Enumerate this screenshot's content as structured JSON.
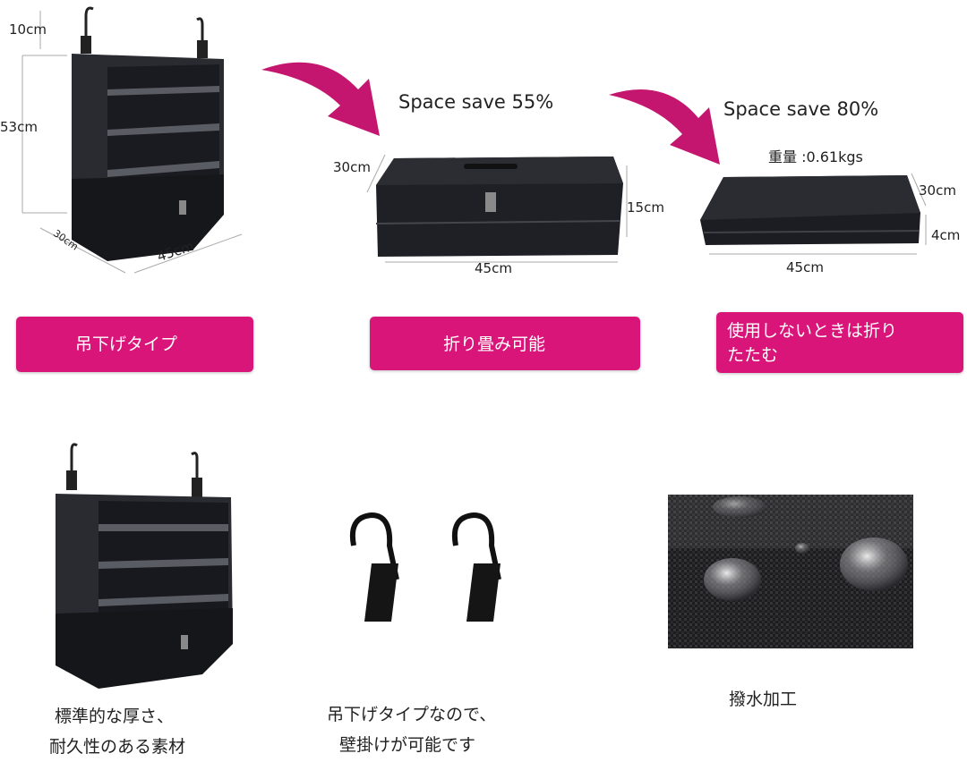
{
  "top": {
    "hanging_bag": {
      "dim_height_hook": "10cm",
      "dim_height": "53cm",
      "dim_depth": "30cm",
      "dim_width": "45cm"
    },
    "folded_bag": {
      "save_label": "Space save 55%",
      "dim_depth": "30cm",
      "dim_height": "15cm",
      "dim_width": "45cm"
    },
    "flat_bag": {
      "save_label": "Space save 80%",
      "weight": "重量 :0.61kgs",
      "dim_depth": "30cm",
      "dim_height": "4cm",
      "dim_width": "45cm"
    }
  },
  "labels": {
    "hanging": "吊下げタイプ",
    "foldable": "折り畳み可能",
    "fold_when_unused": "使用しないときは折りたたむ"
  },
  "bottom": {
    "bag_caption_line1": "標準的な厚さ、",
    "bag_caption_line2": "耐久性のある素材",
    "hook_caption_line1": "吊下げタイプなので、",
    "hook_caption_line2": "壁掛けが可能です",
    "fabric_caption": "撥水加工"
  },
  "colors": {
    "accent": "#d9157a",
    "arrow": "#c4166e",
    "bag": "#1e1f24"
  }
}
